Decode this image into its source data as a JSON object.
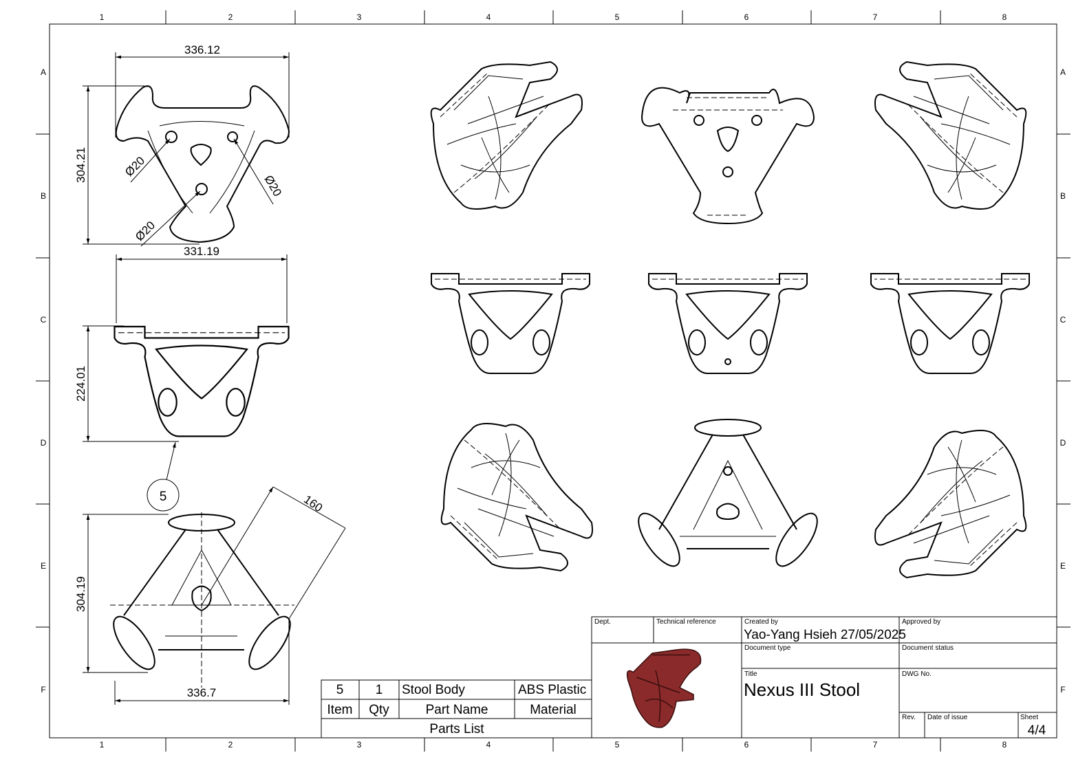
{
  "frame": {
    "columns": [
      "1",
      "2",
      "3",
      "4",
      "5",
      "6",
      "7",
      "8"
    ],
    "rows": [
      "A",
      "B",
      "C",
      "D",
      "E",
      "F"
    ]
  },
  "dimensions": {
    "top_width": "336.12",
    "top_height": "304.21",
    "hole_1": "Ø20",
    "hole_2": "Ø20",
    "hole_3": "Ø20",
    "front_width": "331.19",
    "front_height": "224.01",
    "bottom_height": "304.19",
    "bottom_width": "336.7",
    "bottom_radius": "160"
  },
  "balloon": "5",
  "parts_list": {
    "title": "Parts List",
    "headers": {
      "item": "Item",
      "qty": "Qty",
      "name": "Part Name",
      "material": "Material"
    },
    "rows": [
      {
        "item": "5",
        "qty": "1",
        "name": "Stool Body",
        "material": "ABS Plastic"
      }
    ]
  },
  "title_block": {
    "dept_label": "Dept.",
    "tech_ref_label": "Technical reference",
    "created_by_label": "Created by",
    "created_by": "Yao-Yang Hsieh 27/05/2025",
    "approved_by_label": "Approved by",
    "doc_type_label": "Document type",
    "doc_status_label": "Document status",
    "title_label": "Title",
    "title": "Nexus III Stool",
    "dwg_no_label": "DWG No.",
    "rev_label": "Rev.",
    "date_issue_label": "Date of issue",
    "sheet_label": "Sheet",
    "sheet": "4/4",
    "render_color": "#8b2a2a"
  }
}
